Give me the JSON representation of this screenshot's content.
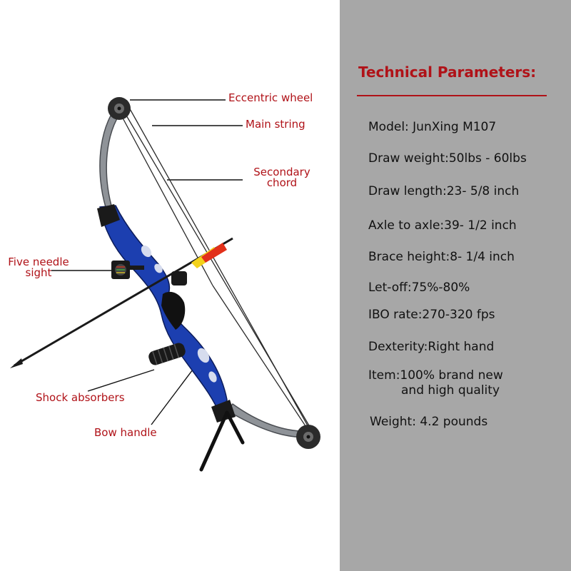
{
  "specs": {
    "title": "Technical Parameters:",
    "items": [
      "Model: JunXing M107",
      "Draw weight:50lbs - 60lbs",
      "Draw length:23- 5/8 inch",
      "Axle to axle:39- 1/2 inch",
      "Brace height:8- 1/4 inch",
      "Let-off:75%-80%",
      "IBO rate:270-320 fps",
      "Dexterity:Right hand",
      "Item:100% brand new",
      "and high quality",
      "Weight: 4.2 pounds"
    ]
  },
  "callouts": {
    "eccentric_wheel": "Eccentric wheel",
    "main_string": "Main string",
    "secondary_chord_line1": "Secondary",
    "secondary_chord_line2": "chord",
    "five_needle_line1": "Five needle",
    "five_needle_line2": "sight",
    "shock_absorbers": "Shock absorbers",
    "bow_handle": "Bow handle"
  },
  "colors": {
    "label_red": "#b01218",
    "panel_grey": "#a7a7a7",
    "riser_blue": "#1c3fb0",
    "limb_grey": "#8f9398",
    "fletch_yellow": "#f3d21b",
    "fletch_red": "#e2301a"
  }
}
